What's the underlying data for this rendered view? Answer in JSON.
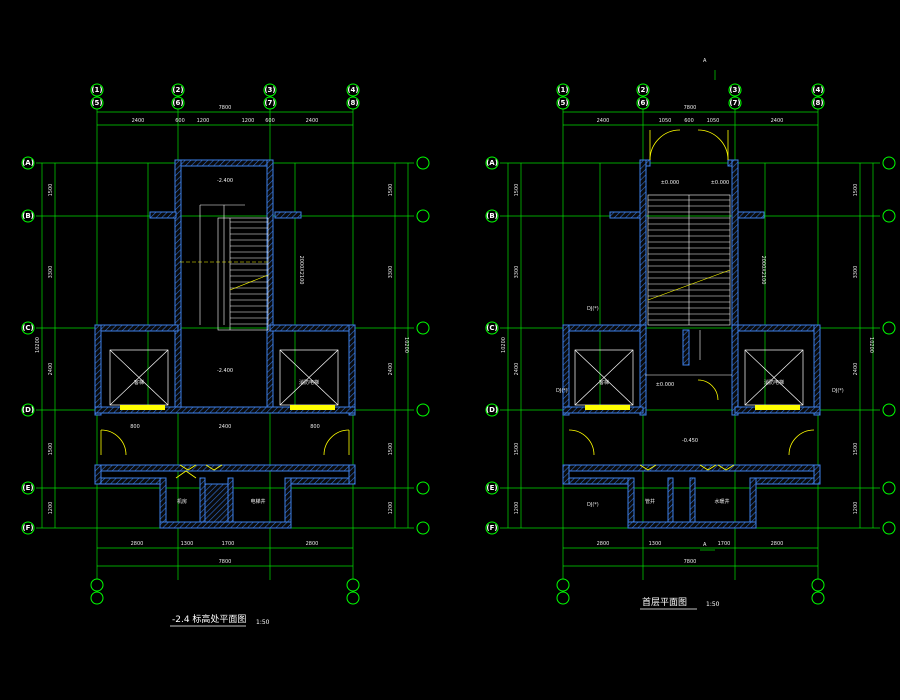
{
  "colors": {
    "background": "#000000",
    "grid": "#00ff00",
    "wall": "#2f6fd8",
    "text": "#ffffff",
    "door": "#ffff00"
  },
  "left_plan": {
    "title": "-2.4  标高处平面图",
    "scale": "1:50",
    "top_axes": [
      "(1)",
      "(2)",
      "(3)",
      "(4)"
    ],
    "top_axes2": [
      "(5)",
      "(6)",
      "(7)",
      "(8)"
    ],
    "left_axes": [
      "(A)",
      "(B)",
      "(C)",
      "(D)",
      "(E)",
      "(F)"
    ],
    "overall_top": "7800",
    "top_dims": [
      "2400",
      "600",
      "1200",
      "1200",
      "600",
      "2400"
    ],
    "bottom_dims": [
      "2800",
      "1300",
      "1700",
      "2800"
    ],
    "overall_bottom": "7800",
    "side_dims": [
      "1500",
      "3300",
      "2400",
      "1500",
      "1200"
    ],
    "overall_side": "10200",
    "elev_top": "-2.400",
    "elev_mid": "-2.400",
    "room_left": "客梯",
    "room_right": "消防电梯",
    "room_b1": "机房",
    "room_b2": "电梯井",
    "note_v": "2000X2100",
    "corridor_dims": [
      "800",
      "2400",
      "800"
    ]
  },
  "right_plan": {
    "title": "首层平面图",
    "scale": "1:50",
    "marker_top": "A",
    "marker_bottom": "A",
    "top_axes": [
      "(1)",
      "(2)",
      "(3)",
      "(4)"
    ],
    "top_axes2": [
      "(5)",
      "(6)",
      "(7)",
      "(8)"
    ],
    "left_axes": [
      "(A)",
      "(B)",
      "(C)",
      "(D)",
      "(E)",
      "(F)"
    ],
    "overall_top": "7800",
    "top_dims": [
      "2400",
      "1050",
      "600",
      "1050",
      "2400"
    ],
    "bottom_dims": [
      "2800",
      "1300",
      "1700",
      "2800"
    ],
    "overall_bottom": "7800",
    "side_dims": [
      "1500",
      "3300",
      "2400",
      "1500",
      "1200"
    ],
    "overall_side": "10200",
    "elev_top": "±0.000",
    "elev_mid": "±0.000",
    "elev_low": "-0.450",
    "room_left": "客梯",
    "room_right": "消防电梯",
    "room_b1": "管井",
    "room_b2": "水暖井",
    "tags": [
      "DJ(*)",
      "DJ(*)",
      "DJ(*)",
      "DJ(*)"
    ],
    "note_v": "2000X2100"
  }
}
